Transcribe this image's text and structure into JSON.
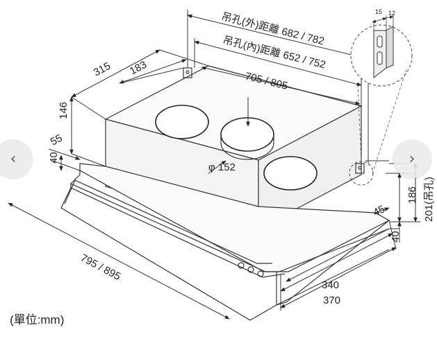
{
  "labels": {
    "hole_outer": "吊孔(外)距離 682 / 782",
    "hole_inner": "吊孔(內)距離 652 / 752",
    "width_top": "705 / 805",
    "depth_top": "315",
    "hole_offset": "183",
    "box_height": "146",
    "flange_offset": "55",
    "edge_40_left": "40",
    "diameter": "φ 152",
    "detail_15": "15",
    "detail_12": "12",
    "front_right_45": "45",
    "height_186": "186",
    "height_201": "201(吊孔)",
    "bottom_40": "40",
    "width_total": "795 / 895",
    "depth_340": "340",
    "depth_370": "370",
    "unit": "(單位:mm)"
  },
  "icons": {
    "prev": "chevron-left-icon",
    "next": "chevron-right-icon"
  },
  "nav": {
    "prev": "‹",
    "next": "›"
  }
}
